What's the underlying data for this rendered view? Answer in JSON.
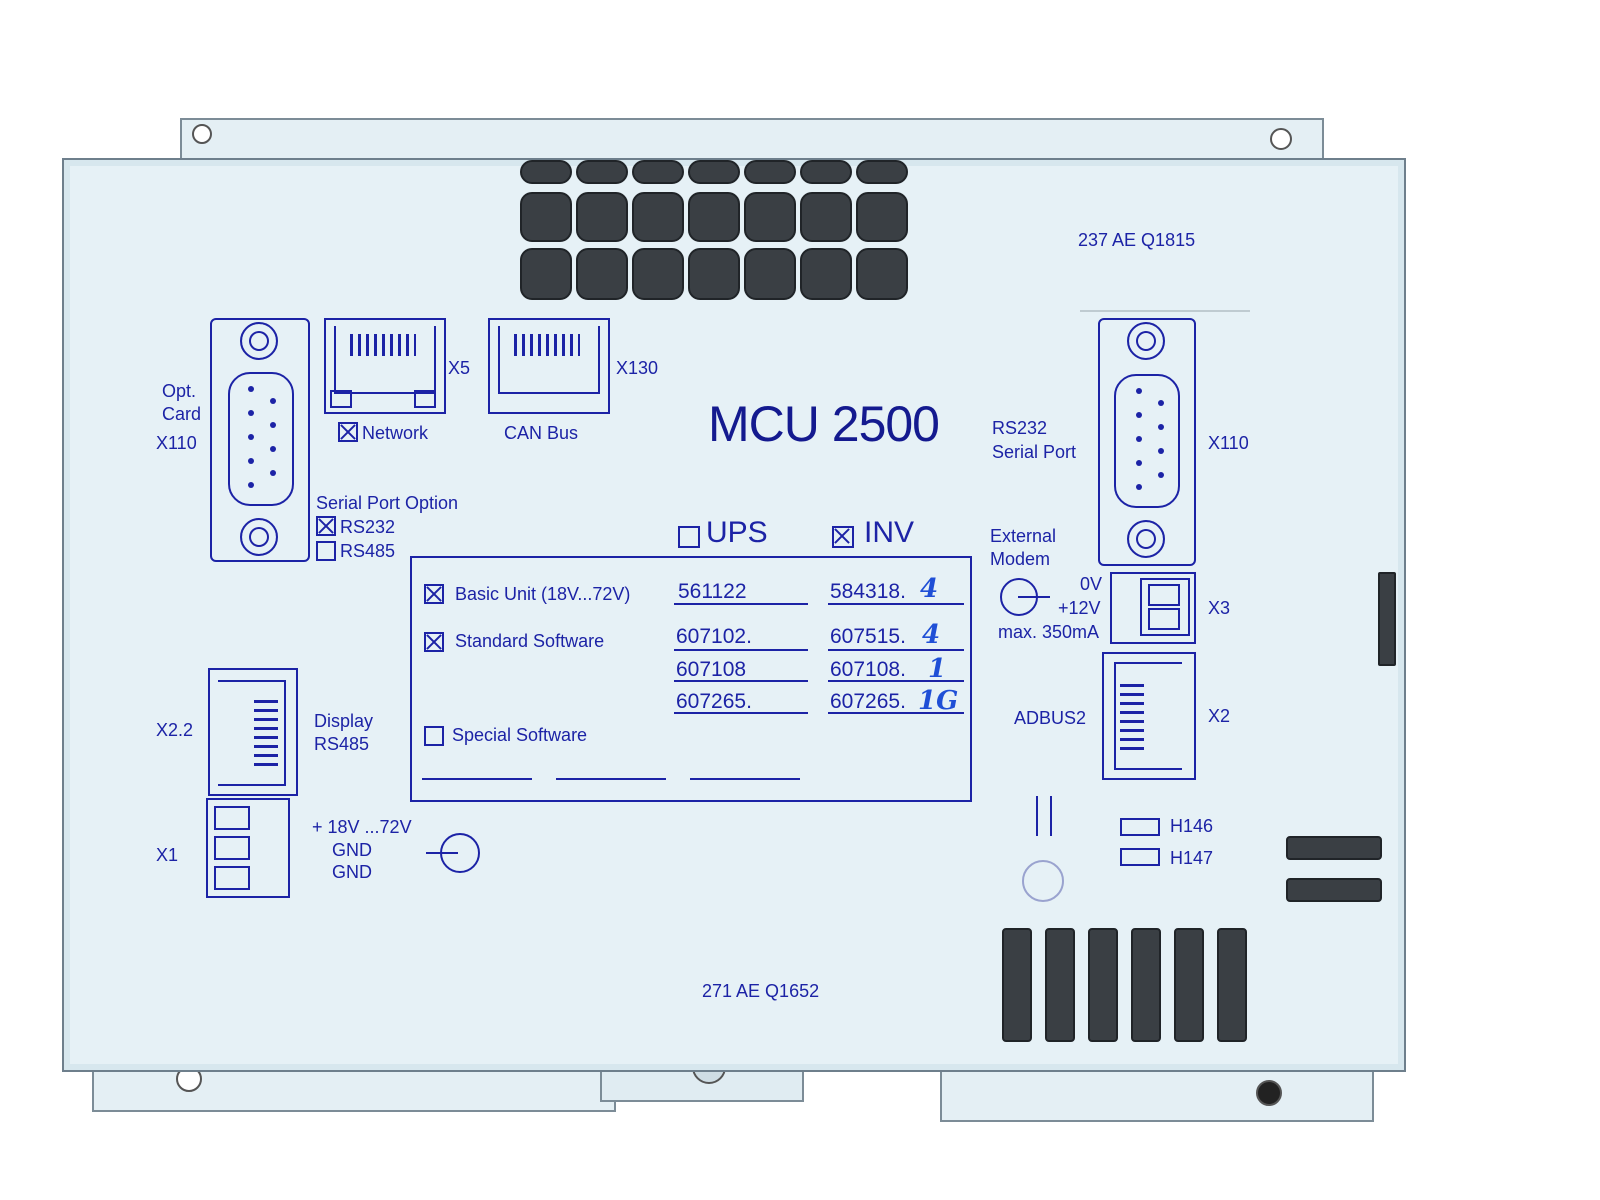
{
  "labels": {
    "serial_top": "237 AE Q1815",
    "serial_bottom": "271 AE Q1652",
    "title": "MCU 2500",
    "opt_card_1": "Opt.",
    "opt_card_2": "Card",
    "x110_left": "X110",
    "x5": "X5",
    "network": "Network",
    "x130": "X130",
    "can_bus": "CAN Bus",
    "serial_port_option": "Serial Port Option",
    "rs232_opt": "RS232",
    "rs485_opt": "RS485",
    "ups": "UPS",
    "inv": "INV",
    "rs232_right_1": "RS232",
    "rs232_right_2": "Serial Port",
    "x110_right": "X110",
    "external_1": "External",
    "external_2": "Modem",
    "ov": "0V",
    "plus12v": "+12V",
    "max_ma": "max. 350mA",
    "x3": "X3",
    "adbus2": "ADBUS2",
    "x2": "X2",
    "x22": "X2.2",
    "display_1": "Display",
    "display_2": "RS485",
    "x1": "X1",
    "power_1": "+ 18V ...72V",
    "power_2": "GND",
    "power_3": "GND",
    "h146": "H146",
    "h147": "H147"
  },
  "checks": {
    "network": true,
    "rs232": true,
    "rs485": false,
    "ups": false,
    "inv": true,
    "basic_unit": true,
    "standard_software": true,
    "special_software": false
  },
  "table": {
    "rows": [
      {
        "label": "Basic Unit (18V...72V)",
        "ups": "561122",
        "inv": "584318.",
        "hand": "4"
      },
      {
        "label": "Standard Software",
        "ups": "607102.",
        "inv": "607515.",
        "hand": "4"
      },
      {
        "label": "",
        "ups": "607108",
        "inv": "607108.",
        "hand": "1"
      },
      {
        "label": "",
        "ups": "607265.",
        "inv": "607265.",
        "hand": "1G"
      }
    ],
    "special_label": "Special Software"
  }
}
